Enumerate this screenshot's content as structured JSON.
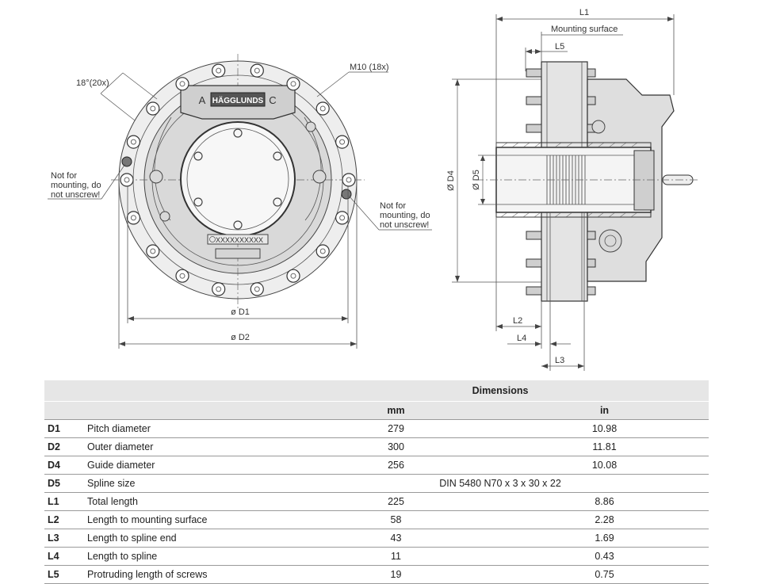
{
  "drawing": {
    "front_view": {
      "label_angle": "18°(20x)",
      "label_screws": "M10 (18x)",
      "label_note_left": [
        "Not for",
        "mounting, do",
        "not unscrew!"
      ],
      "label_note_right": [
        "Not for",
        "mounting, do",
        "not unscrew!"
      ],
      "port_a": "A",
      "port_c": "C",
      "brand_logo": "HÄGGLUNDS",
      "serial_mark": "XXXXXXXXXX",
      "dim_d1": "ø D1",
      "dim_d2": "ø D2"
    },
    "side_view": {
      "dim_l1": "L1",
      "mounting_surface": "Mounting surface",
      "dim_l5": "L5",
      "dim_d4": "Ø D4",
      "dim_d5": "Ø D5",
      "dim_l2": "L2",
      "dim_l4": "L4",
      "dim_l3": "L3"
    }
  },
  "table": {
    "group_header": "Dimensions",
    "unit_mm": "mm",
    "unit_in": "in",
    "rows": [
      {
        "code": "D1",
        "desc": "Pitch diameter",
        "mm": "279",
        "in": "10.98"
      },
      {
        "code": "D2",
        "desc": "Outer diameter",
        "mm": "300",
        "in": "11.81"
      },
      {
        "code": "D4",
        "desc": "Guide diameter",
        "mm": "256",
        "in": "10.08"
      },
      {
        "code": "D5",
        "desc": "Spline size",
        "span": "DIN 5480 N70 x 3 x 30 x 22"
      },
      {
        "code": "L1",
        "desc": "Total length",
        "mm": "225",
        "in": "8.86"
      },
      {
        "code": "L2",
        "desc": "Length to mounting surface",
        "mm": "58",
        "in": "2.28"
      },
      {
        "code": "L3",
        "desc": "Length to spline end",
        "mm": "43",
        "in": "1.69"
      },
      {
        "code": "L4",
        "desc": "Length to spline",
        "mm": "11",
        "in": "0.43"
      },
      {
        "code": "L5",
        "desc": "Protruding length of screws",
        "mm": "19",
        "in": "0.75"
      }
    ]
  }
}
